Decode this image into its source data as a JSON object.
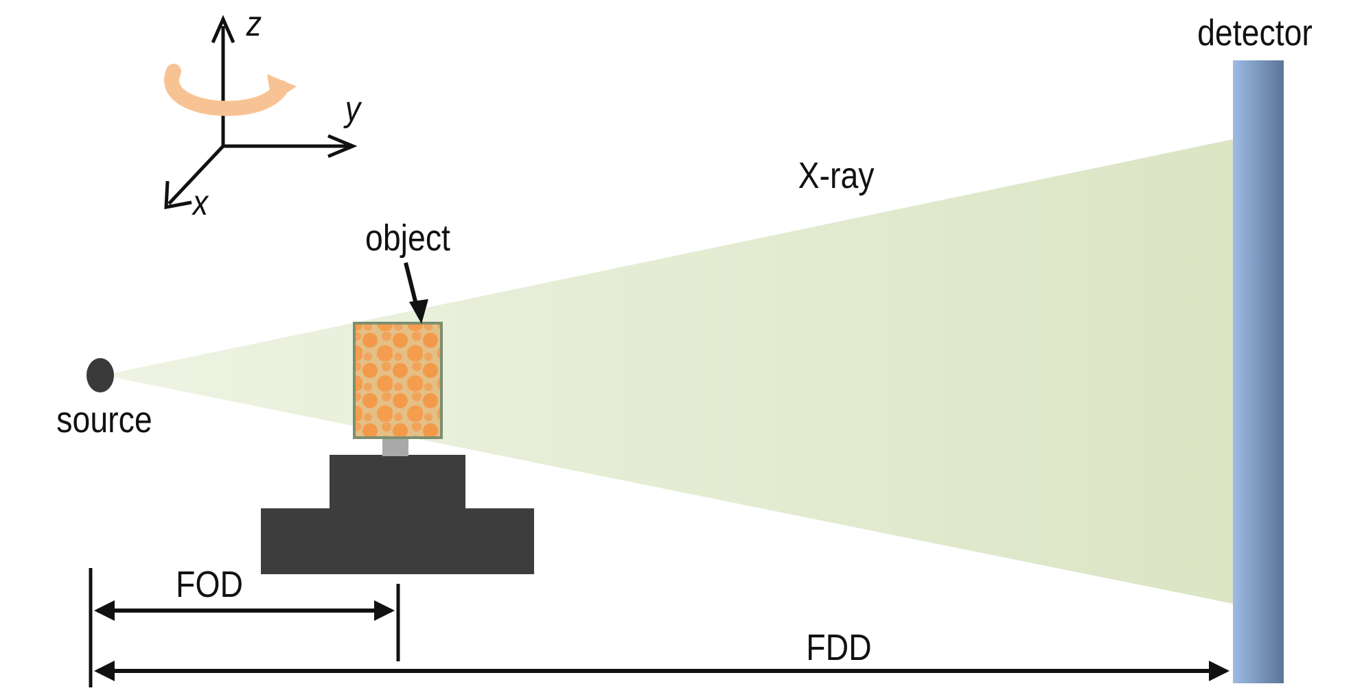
{
  "labels": {
    "detector": "detector",
    "xray": "X-ray",
    "object": "object",
    "source": "source",
    "fod": "FOD",
    "fdd": "FDD"
  },
  "axes": {
    "x": "x",
    "y": "y",
    "z": "z"
  },
  "colors": {
    "beam": "#dfe8cc",
    "detector_light": "#93b3df",
    "detector_dark": "#5f7a9e",
    "stage": "#3d3d3d",
    "object_fill": "#e8b77a",
    "object_spots": "#f29a4b",
    "rotation_arrow": "#f7c08e",
    "ink": "#111111"
  },
  "icons": {
    "rotation": "rotation-arrow-icon",
    "axes": "coordinate-axes-icon"
  }
}
